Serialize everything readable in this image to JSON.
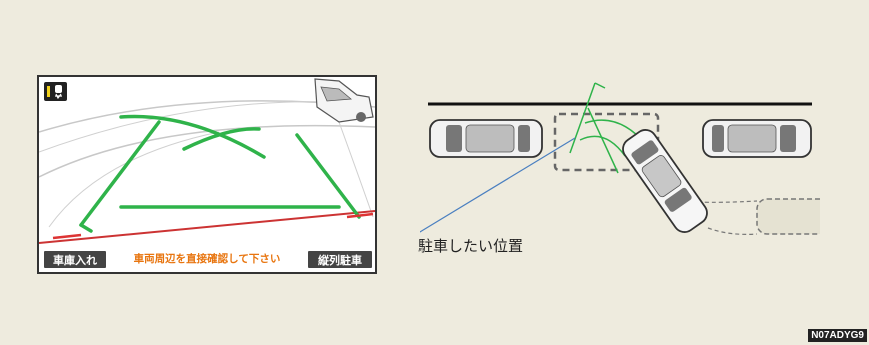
{
  "camera_view": {
    "garage_button_label": "車庫入れ",
    "caution_text": "車両周辺を直接確認して下さい",
    "parallel_button_label": "縦列駐車",
    "guide_line_color": "#2fb34a",
    "caution_color": "#e8750f"
  },
  "top_diagram": {
    "callout_label": "駐車したい位置"
  },
  "figure_id": "N07ADYG9"
}
